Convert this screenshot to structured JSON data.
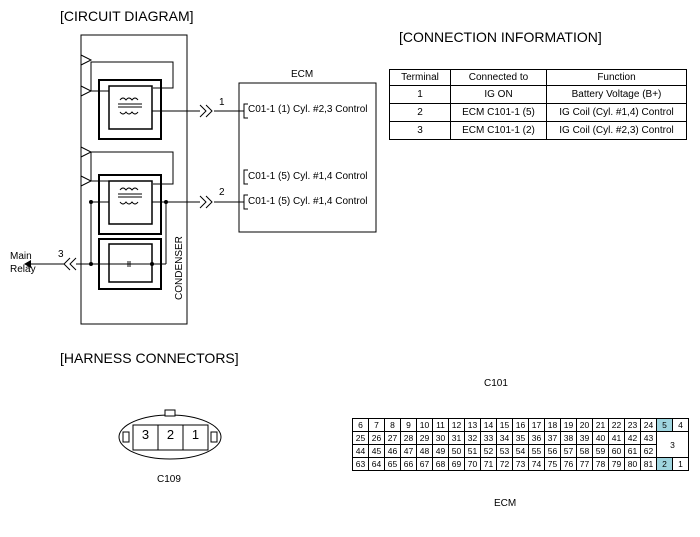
{
  "headings": {
    "circuit": "[CIRCUIT DIAGRAM]",
    "connection": "[CONNECTION INFORMATION]",
    "harness": "[HARNESS CONNECTORS]"
  },
  "diagram": {
    "ecm_title": "ECM",
    "condenser_label": "CONDENSER",
    "main_relay_line1": "Main",
    "main_relay_line2": "Relay",
    "wire_numbers": [
      "1",
      "2",
      "3"
    ],
    "ecm_pins": [
      "C01-1 (1) Cyl. #2,3 Control",
      "C01-1 (5) Cyl. #1,4 Control",
      "C01-1 (5) Cyl. #1,4 Control"
    ]
  },
  "connection_table": {
    "headers": [
      "Terminal",
      "Connected to",
      "Function"
    ],
    "rows": [
      [
        "1",
        "IG ON",
        "Battery Voltage (B+)"
      ],
      [
        "2",
        "ECM C101-1 (5)",
        "IG Coil (Cyl. #1,4) Control"
      ],
      [
        "3",
        "ECM C101-1 (2)",
        "IG Coil (Cyl. #2,3) Control"
      ]
    ]
  },
  "connectors": {
    "c109": {
      "label": "C109",
      "pins": [
        "3",
        "2",
        "1"
      ]
    },
    "c101": {
      "label": "C101",
      "caption": "ECM",
      "rows": [
        [
          "6",
          "7",
          "8",
          "9",
          "10",
          "11",
          "12",
          "13",
          "14",
          "15",
          "16",
          "17",
          "18",
          "19",
          "20",
          "21",
          "22",
          "23",
          "24"
        ],
        [
          "25",
          "26",
          "27",
          "28",
          "29",
          "30",
          "31",
          "32",
          "33",
          "34",
          "35",
          "36",
          "37",
          "38",
          "39",
          "40",
          "41",
          "42",
          "43"
        ],
        [
          "44",
          "45",
          "46",
          "47",
          "48",
          "49",
          "50",
          "51",
          "52",
          "53",
          "54",
          "55",
          "56",
          "57",
          "58",
          "59",
          "60",
          "61",
          "62"
        ],
        [
          "63",
          "64",
          "65",
          "66",
          "67",
          "68",
          "69",
          "70",
          "71",
          "72",
          "73",
          "74",
          "75",
          "76",
          "77",
          "78",
          "79",
          "80",
          "81"
        ]
      ],
      "side_pins": [
        "5",
        "4",
        "3",
        "2",
        "1"
      ],
      "highlighted": [
        "5",
        "2"
      ],
      "highlight_color": "#9fd5df"
    }
  }
}
